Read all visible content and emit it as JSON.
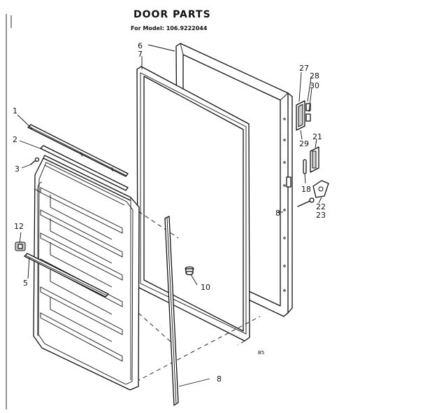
{
  "header": {
    "title": "DOOR PARTS",
    "subtitle": "For Model: 106.9222044"
  },
  "callouts": {
    "p1": "1",
    "p2": "2",
    "p3": "3",
    "p12": "12",
    "p5": "5",
    "p6": "6",
    "p7": "7",
    "p8_right": "8",
    "p8_bottom": "8",
    "p10": "10",
    "p27": "27",
    "p28": "28",
    "p30": "30",
    "p29": "29",
    "p21": "21",
    "p18": "18",
    "p22": "22",
    "p23": "23"
  },
  "marks": {
    "bs": "B5"
  }
}
